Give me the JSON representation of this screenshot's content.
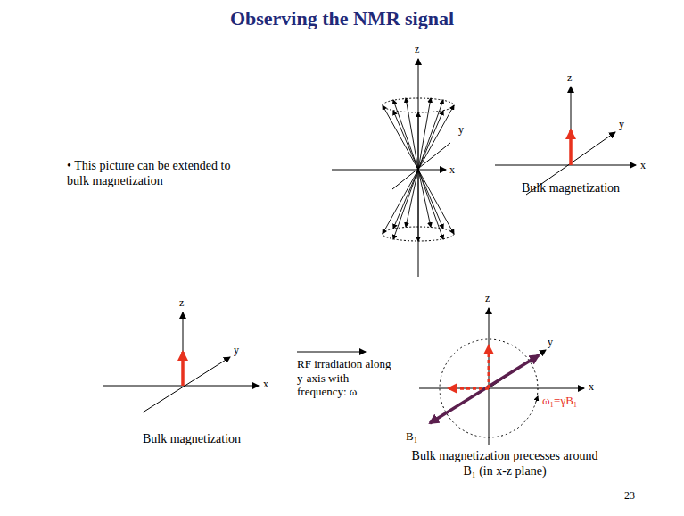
{
  "diagram": {
    "title": "Observing the NMR signal",
    "labels": [
      "• This picture can be extended to bulk magnetization",
      "z",
      "y",
      "x",
      "z",
      "y",
      "x",
      "Bulk magnetization",
      "z",
      "y",
      "x",
      "Bulk magnetization",
      "RF irradiation along y-axis with frequency: ω",
      "z",
      "y",
      "x",
      "B₁",
      "ω₁=γB₁",
      "Bulk magnetization precesses around B₁ (in x-z plane)",
      "23"
    ]
  }
}
